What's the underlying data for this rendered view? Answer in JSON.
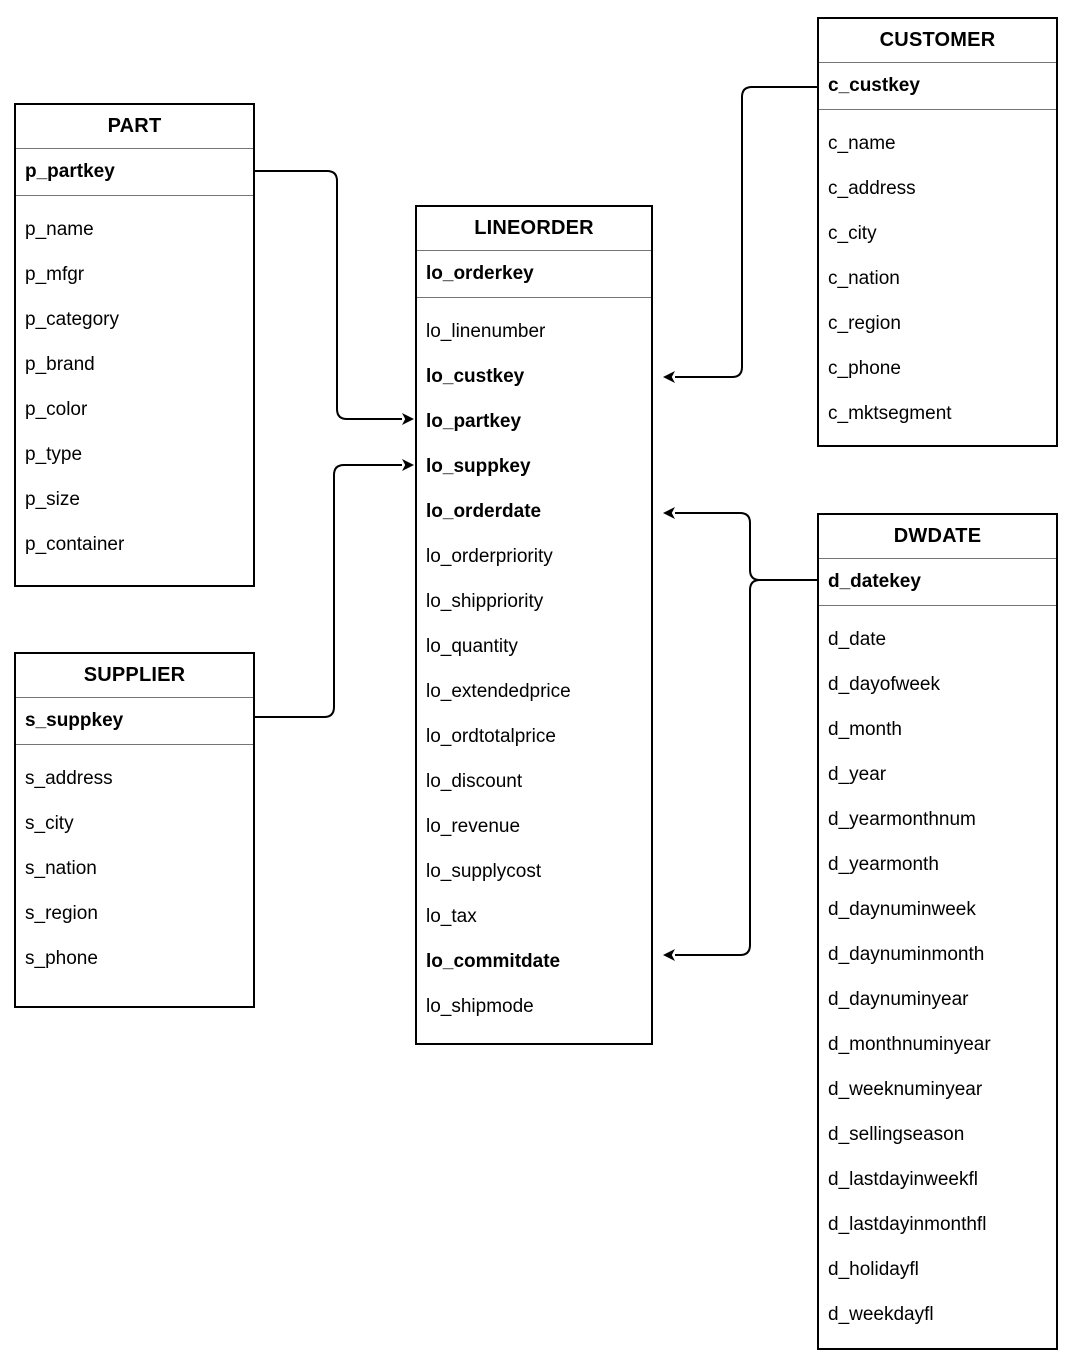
{
  "diagram": {
    "colors": {
      "line": "#000000",
      "background": "#ffffff",
      "text": "#000000"
    },
    "tables": [
      {
        "title": "PART",
        "key": "p_partkey",
        "fields": [
          {
            "name": "p_name"
          },
          {
            "name": "p_mfgr"
          },
          {
            "name": "p_category"
          },
          {
            "name": "p_brand"
          },
          {
            "name": "p_color"
          },
          {
            "name": "p_type"
          },
          {
            "name": "p_size"
          },
          {
            "name": "p_container"
          }
        ]
      },
      {
        "title": "SUPPLIER",
        "key": "s_suppkey",
        "fields": [
          {
            "name": "s_address"
          },
          {
            "name": "s_city"
          },
          {
            "name": "s_nation"
          },
          {
            "name": "s_region"
          },
          {
            "name": "s_phone"
          }
        ]
      },
      {
        "title": "LINEORDER",
        "key": "lo_orderkey",
        "fields": [
          {
            "name": "lo_linenumber"
          },
          {
            "name": "lo_custkey",
            "bold": true
          },
          {
            "name": "lo_partkey",
            "bold": true
          },
          {
            "name": "lo_suppkey",
            "bold": true
          },
          {
            "name": "lo_orderdate",
            "bold": true
          },
          {
            "name": "lo_orderpriority"
          },
          {
            "name": "lo_shippriority"
          },
          {
            "name": "lo_quantity"
          },
          {
            "name": "lo_extendedprice"
          },
          {
            "name": "lo_ordtotalprice"
          },
          {
            "name": "lo_discount"
          },
          {
            "name": "lo_revenue"
          },
          {
            "name": "lo_supplycost"
          },
          {
            "name": "lo_tax"
          },
          {
            "name": "lo_commitdate",
            "bold": true
          },
          {
            "name": "lo_shipmode"
          }
        ]
      },
      {
        "title": "CUSTOMER",
        "key": "c_custkey",
        "fields": [
          {
            "name": "c_name"
          },
          {
            "name": "c_address"
          },
          {
            "name": "c_city"
          },
          {
            "name": "c_nation"
          },
          {
            "name": "c_region"
          },
          {
            "name": "c_phone"
          },
          {
            "name": "c_mktsegment"
          }
        ]
      },
      {
        "title": "DWDATE",
        "key": "d_datekey",
        "fields": [
          {
            "name": "d_date"
          },
          {
            "name": "d_dayofweek"
          },
          {
            "name": "d_month"
          },
          {
            "name": "d_year"
          },
          {
            "name": "d_yearmonthnum"
          },
          {
            "name": "d_yearmonth"
          },
          {
            "name": "d_daynuminweek"
          },
          {
            "name": "d_daynuminmonth"
          },
          {
            "name": "d_daynuminyear"
          },
          {
            "name": "d_monthnuminyear"
          },
          {
            "name": "d_weeknuminyear"
          },
          {
            "name": "d_sellingseason"
          },
          {
            "name": "d_lastdayinweekfl"
          },
          {
            "name": "d_lastdayinmonthfl"
          },
          {
            "name": "d_holidayfl"
          },
          {
            "name": "d_weekdayfl"
          }
        ]
      }
    ],
    "relations": [
      {
        "from": "PART.p_partkey",
        "to": "LINEORDER.lo_partkey"
      },
      {
        "from": "SUPPLIER.s_suppkey",
        "to": "LINEORDER.lo_suppkey"
      },
      {
        "from": "CUSTOMER.c_custkey",
        "to": "LINEORDER.lo_custkey"
      },
      {
        "from": "DWDATE.d_datekey",
        "to": "LINEORDER.lo_orderdate"
      },
      {
        "from": "DWDATE.d_datekey",
        "to": "LINEORDER.lo_commitdate"
      }
    ]
  }
}
